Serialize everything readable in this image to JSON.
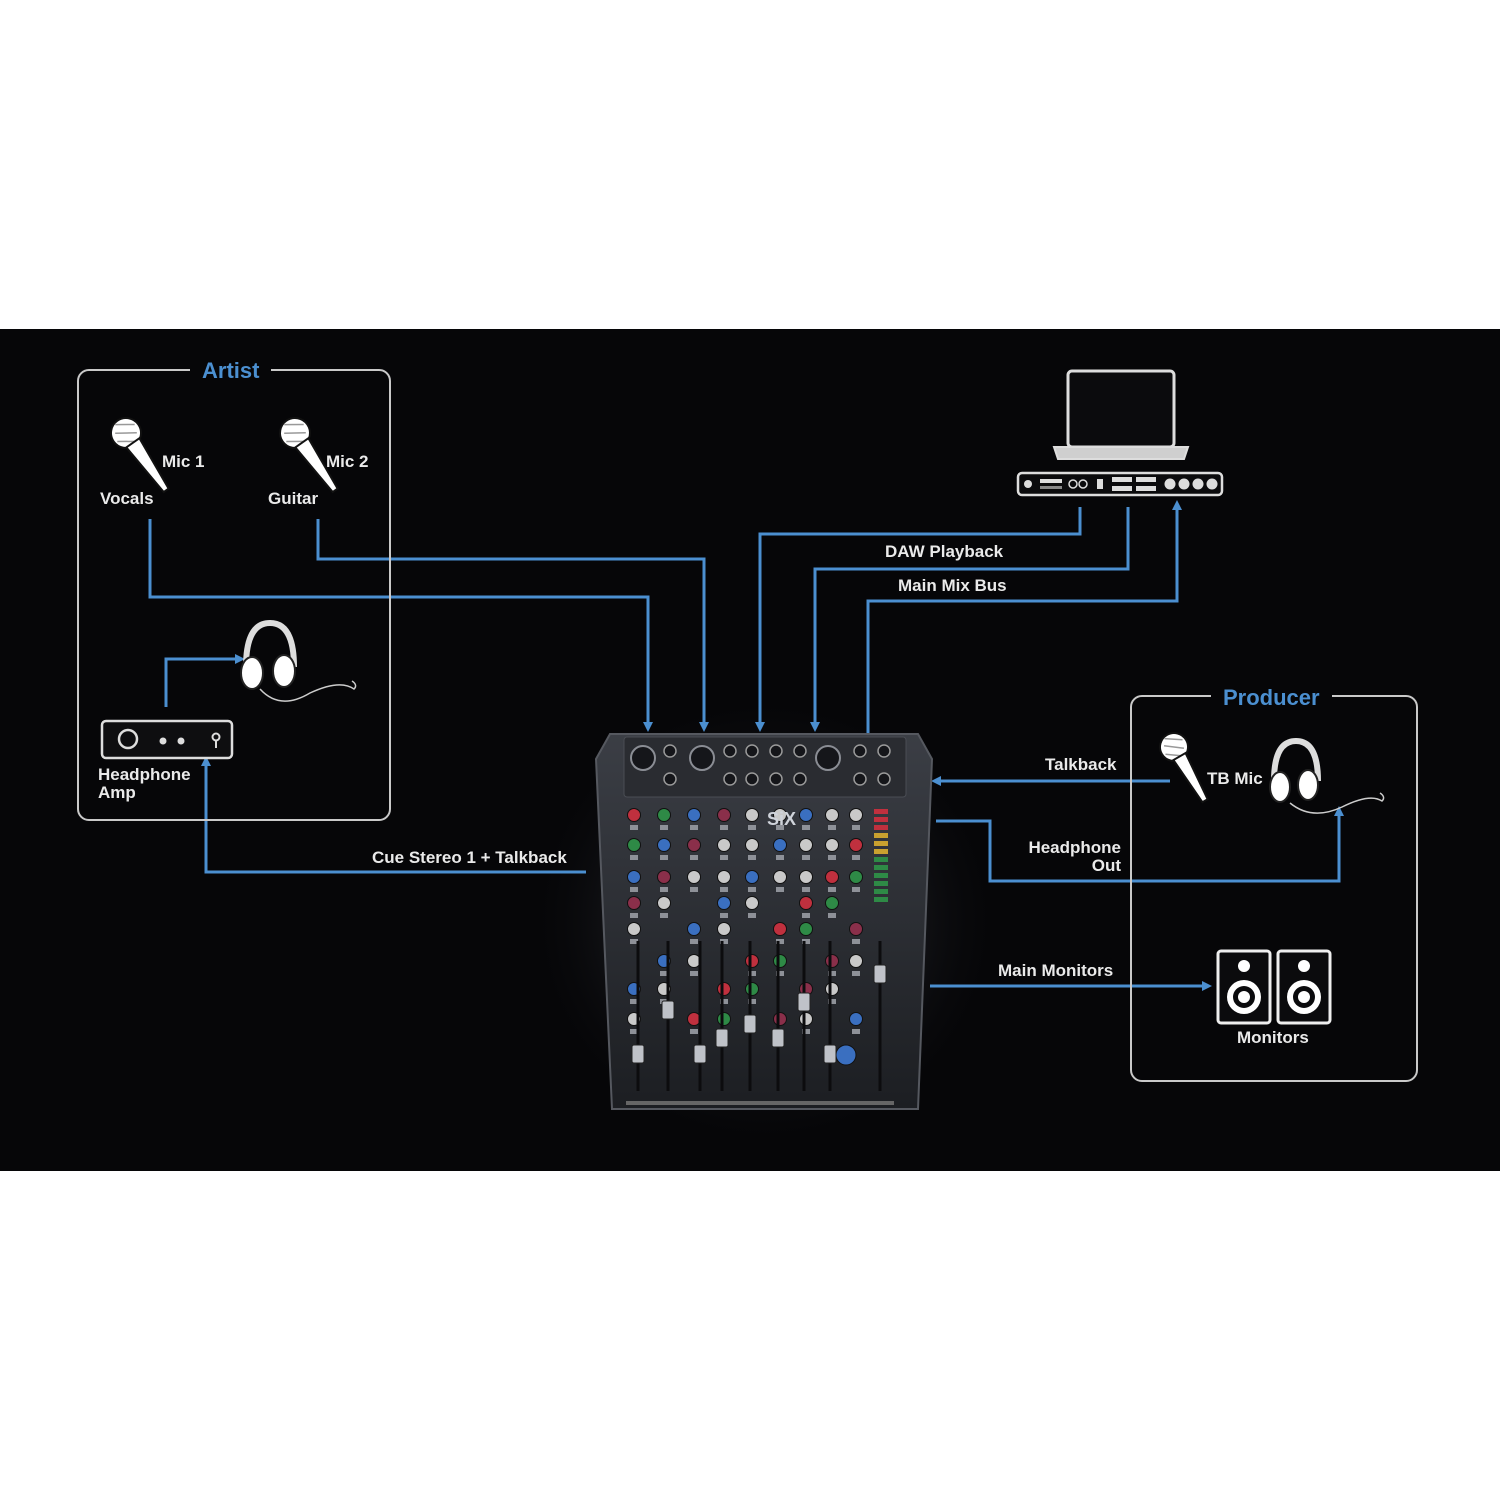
{
  "colors": {
    "background": "#060608",
    "signal": "#4b8fd0",
    "box_border": "#c9c9c9",
    "text": "#eaeaea"
  },
  "artist": {
    "title": "Artist",
    "mic1_label": "Mic 1",
    "mic1_caption": "Vocals",
    "mic2_label": "Mic 2",
    "mic2_caption": "Guitar",
    "headphone_amp_label_line1": "Headphone",
    "headphone_amp_label_line2": "Amp"
  },
  "producer": {
    "title": "Producer",
    "tb_mic_label": "TB Mic",
    "monitors_label": "Monitors"
  },
  "connections": {
    "daw_playback": "DAW Playback",
    "main_mix_bus": "Main Mix Bus",
    "cue_stereo": "Cue Stereo 1 + Talkback",
    "talkback": "Talkback",
    "headphone_out_line1": "Headphone",
    "headphone_out_line2": "Out",
    "main_monitors": "Main Monitors"
  },
  "mixer": {
    "logo": "SiX"
  },
  "icons": [
    "microphone-icon",
    "headphones-icon",
    "laptop-icon",
    "audio-interface-icon",
    "headphone-amp-icon",
    "speaker-icon",
    "mixer-console-icon"
  ]
}
